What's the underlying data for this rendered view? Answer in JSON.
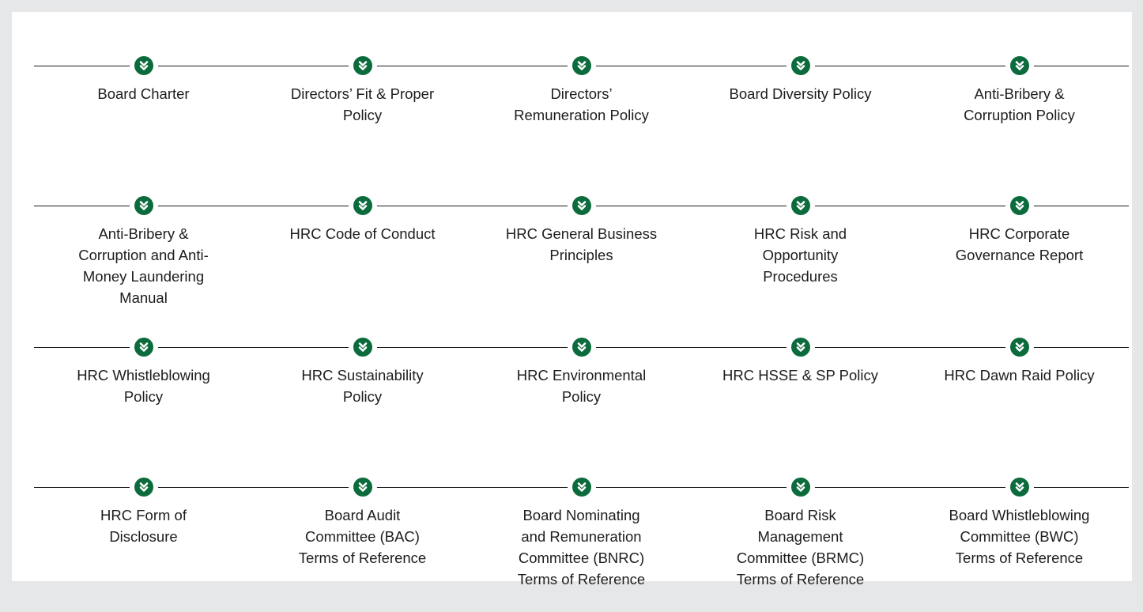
{
  "colors": {
    "accent": "#0c6b3c",
    "background": "#e6e7e9",
    "panel": "#ffffff",
    "rule": "#1b1b1b",
    "text": "#1d1d1f"
  },
  "icon": "double-chevron-down-icon",
  "rows": [
    {
      "items": [
        {
          "lines": [
            "Board Charter"
          ]
        },
        {
          "lines": [
            "Directors’ Fit & Proper",
            "Policy"
          ]
        },
        {
          "lines": [
            "Directors’",
            "Remuneration Policy"
          ]
        },
        {
          "lines": [
            "Board Diversity Policy"
          ]
        },
        {
          "lines": [
            "Anti-Bribery &",
            "Corruption Policy"
          ]
        }
      ]
    },
    {
      "items": [
        {
          "lines": [
            "Anti-Bribery &",
            "Corruption and Anti-",
            "Money Laundering",
            "Manual"
          ]
        },
        {
          "lines": [
            "HRC Code of Conduct"
          ]
        },
        {
          "lines": [
            "HRC General Business",
            "Principles"
          ]
        },
        {
          "lines": [
            "HRC Risk and",
            "Opportunity",
            "Procedures"
          ]
        },
        {
          "lines": [
            "HRC Corporate",
            "Governance Report"
          ]
        }
      ]
    },
    {
      "items": [
        {
          "lines": [
            "HRC Whistleblowing",
            "Policy"
          ]
        },
        {
          "lines": [
            "HRC Sustainability",
            "Policy"
          ]
        },
        {
          "lines": [
            "HRC Environmental",
            "Policy"
          ]
        },
        {
          "lines": [
            "HRC HSSE & SP Policy"
          ]
        },
        {
          "lines": [
            "HRC Dawn Raid Policy"
          ]
        }
      ]
    },
    {
      "items": [
        {
          "lines": [
            "HRC Form of",
            "Disclosure"
          ]
        },
        {
          "lines": [
            "Board Audit",
            "Committee (BAC)",
            "Terms of Reference"
          ]
        },
        {
          "lines": [
            "Board Nominating",
            "and Remuneration",
            "Committee (BNRC)",
            "Terms of Reference"
          ]
        },
        {
          "lines": [
            "Board Risk",
            "Management",
            "Committee (BRMC)",
            "Terms of Reference"
          ]
        },
        {
          "lines": [
            "Board Whistleblowing",
            "Committee (BWC)",
            "Terms of Reference"
          ]
        }
      ]
    }
  ]
}
